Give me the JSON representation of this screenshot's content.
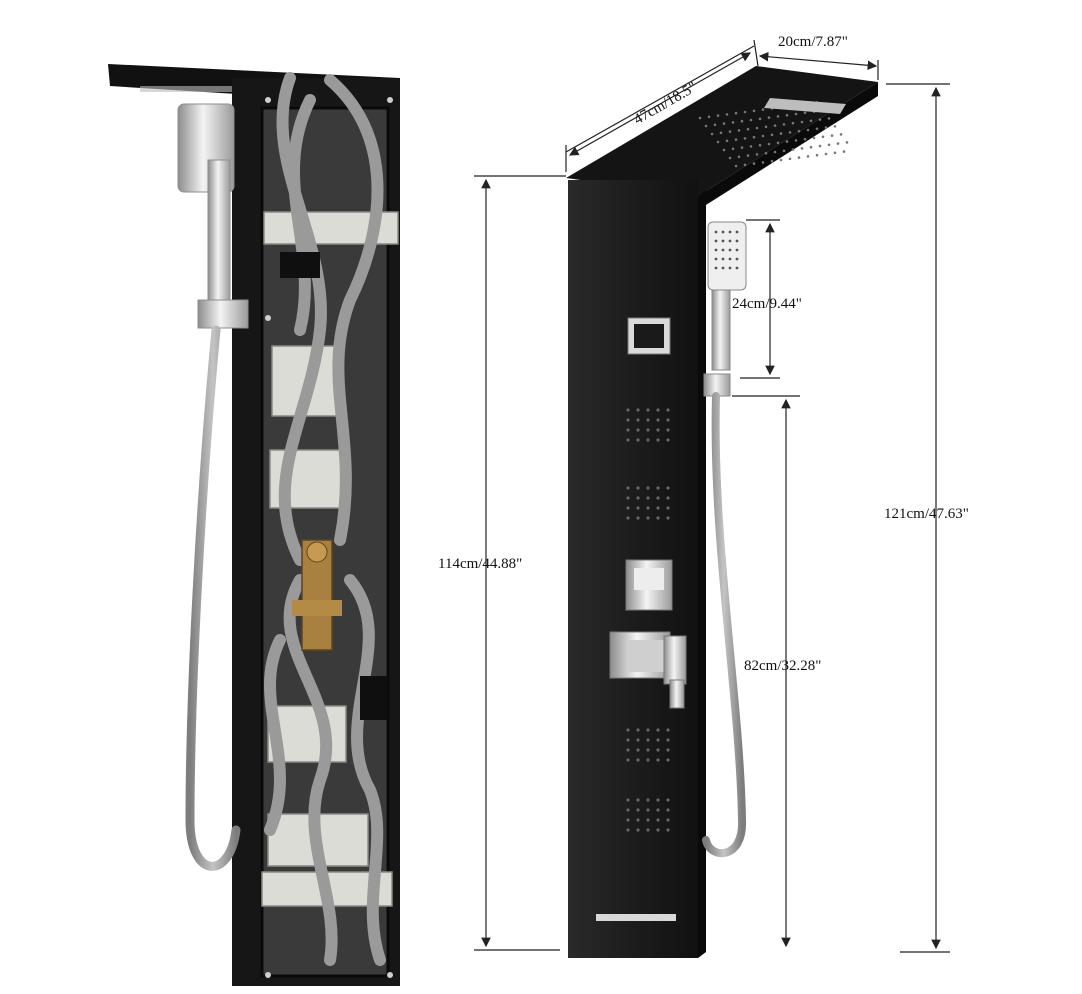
{
  "dimensions": {
    "head_length": "47cm/18.5\"",
    "head_width": "20cm/7.87\"",
    "panel_height": "114cm/44.88\"",
    "hand_shower_length": "24cm/9.44\"",
    "holder_height": "82cm/32.28\"",
    "total_height": "121cm/47.63\""
  },
  "colors": {
    "panel": "#1e1e1e",
    "panel_edge": "#0c0c0c",
    "chrome": "#d6d6d6",
    "hose": "#9a9a9a",
    "bracket": "#dcdcd6",
    "dimension_line": "#222222"
  }
}
